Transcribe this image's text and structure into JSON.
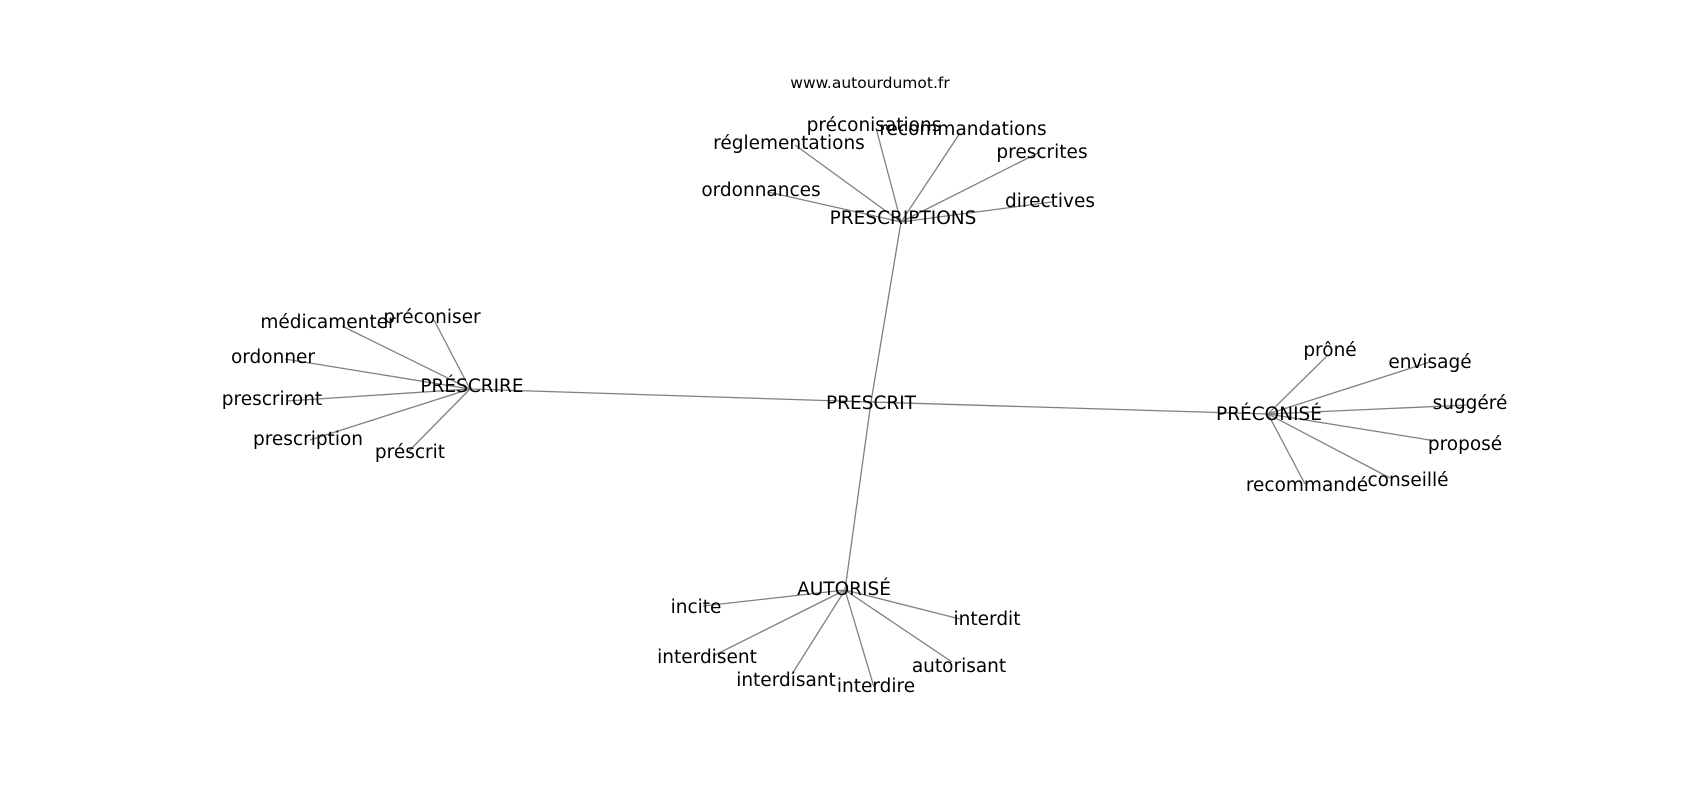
{
  "site": "www.autourdumot.fr",
  "center": "PRESCRIT",
  "clusters": [
    {
      "label": "PRESCRIPTIONS",
      "words": [
        "réglementations",
        "préconisations",
        "recommandations",
        "prescrites",
        "ordonnances",
        "directives"
      ]
    },
    {
      "label": "PRÉSCRIRE",
      "words": [
        "médicamenter",
        "préconiser",
        "ordonner",
        "prescriront",
        "prescription",
        "préscrit"
      ]
    },
    {
      "label": "PRÉCONISÉ",
      "words": [
        "prôné",
        "envisagé",
        "suggéré",
        "proposé",
        "conseillé",
        "recommandé"
      ]
    },
    {
      "label": "AUTORISÉ",
      "words": [
        "incite",
        "interdit",
        "interdisent",
        "autorisant",
        "interdisant",
        "interdire"
      ]
    }
  ]
}
